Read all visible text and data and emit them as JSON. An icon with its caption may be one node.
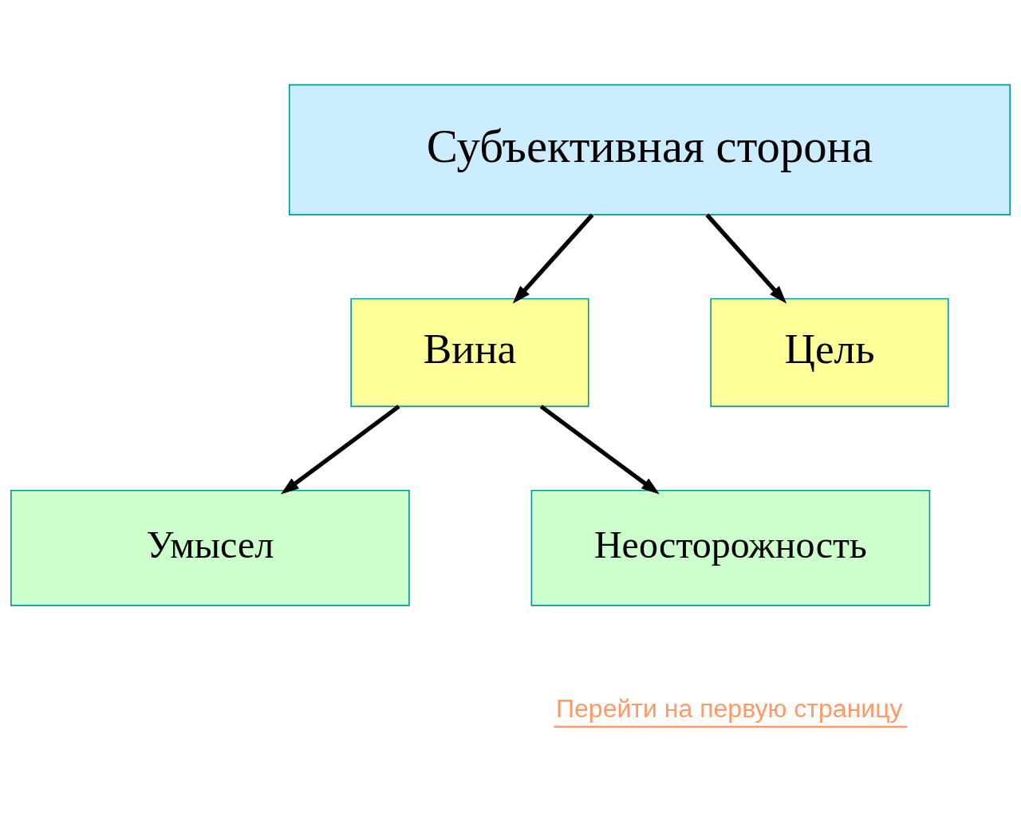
{
  "diagram": {
    "nodes": [
      {
        "text": [
          "Субъективная сторона"
        ]
      },
      {
        "text": [
          "Вина"
        ]
      },
      {
        "text": [
          "Цель"
        ]
      },
      {
        "text": [
          "Умысел"
        ]
      },
      {
        "text": [
          "Неосторожность"
        ]
      }
    ],
    "edges": [
      {
        "from": 0,
        "to": 1,
        "arrow": "to"
      },
      {
        "from": 0,
        "to": 2,
        "arrow": "to"
      },
      {
        "from": 1,
        "to": 3,
        "arrow": "to"
      },
      {
        "from": 1,
        "to": 4,
        "arrow": "to"
      }
    ],
    "labels": [
      "Перейти на первую страницу"
    ]
  }
}
